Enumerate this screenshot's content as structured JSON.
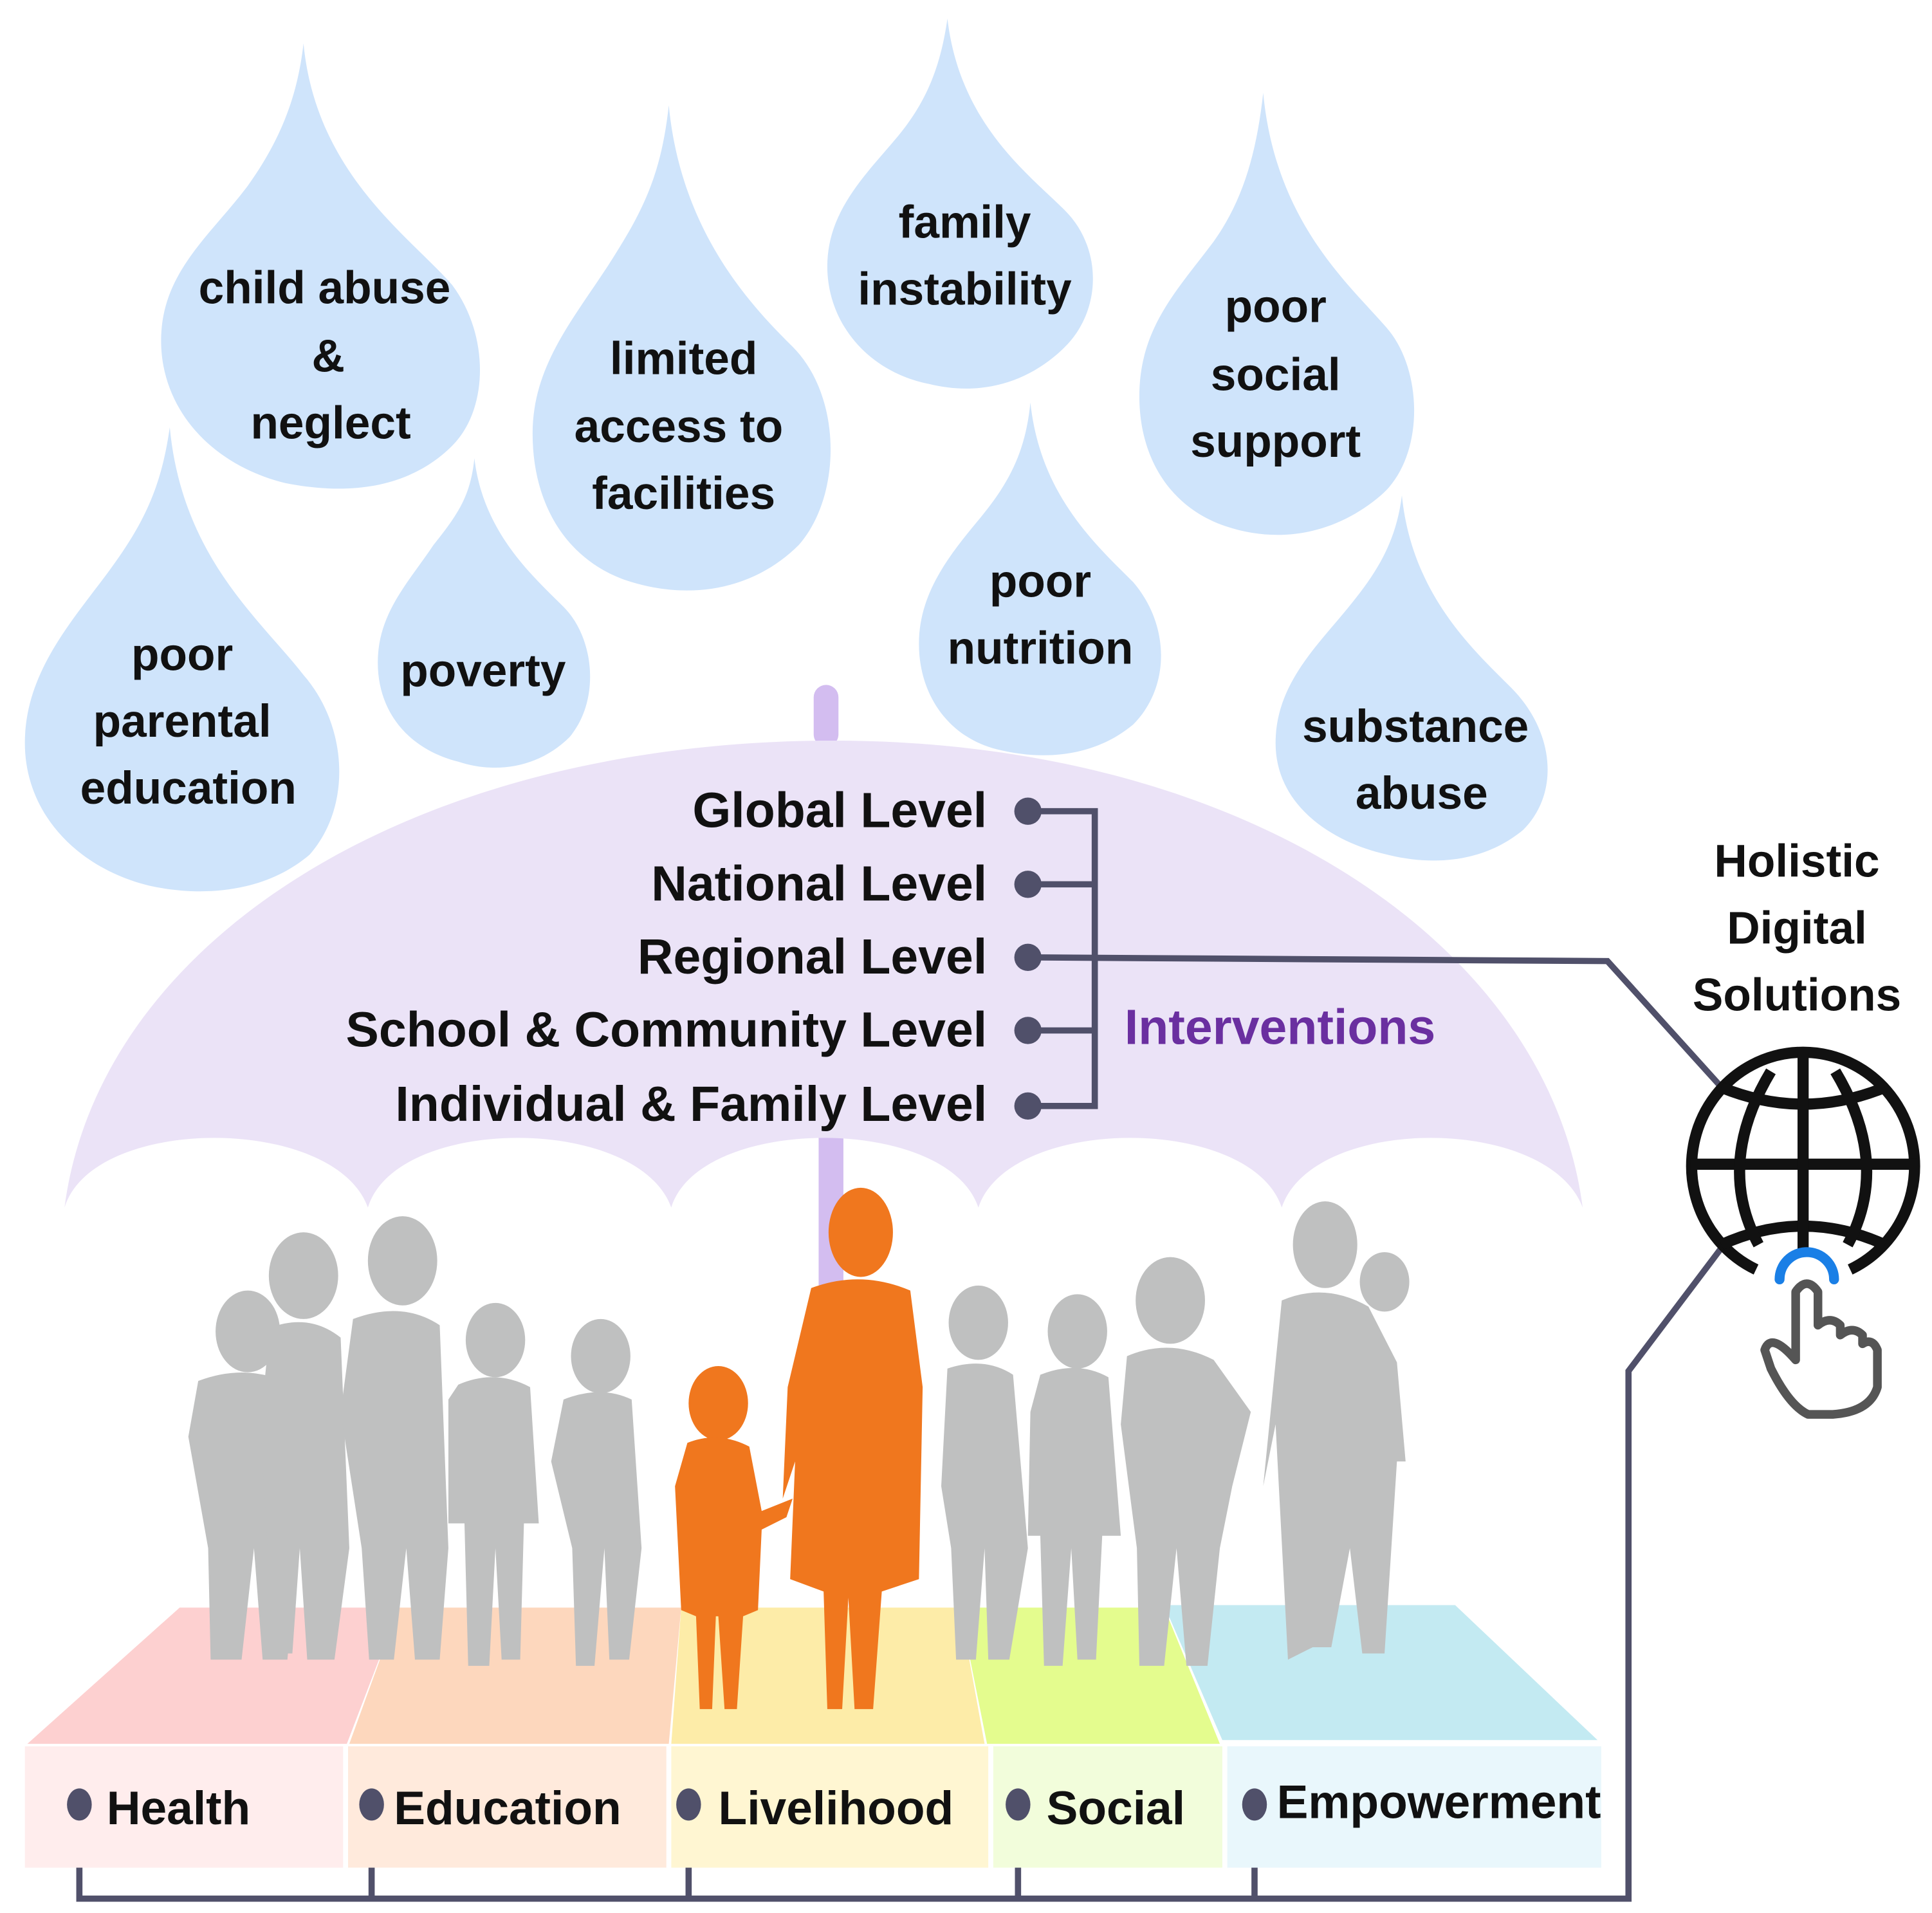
{
  "colors": {
    "drop": "#cfe4fb",
    "umbrella": "#ebe3f7",
    "umbrella_pole": "#d3bdf0",
    "connector": "#50506a",
    "interventions_text": "#6a2fa0",
    "people_gray": "#bfc0c0",
    "people_orange": "#f0771e",
    "globe_stroke": "#111111",
    "touch_arc": "#1a7fe6",
    "hand_stroke": "#555555"
  },
  "risk_factors": [
    {
      "id": "child-abuse",
      "lines": [
        "child abuse",
        "&",
        "neglect"
      ]
    },
    {
      "id": "limited-access",
      "lines": [
        "limited",
        "access to",
        "facilities"
      ]
    },
    {
      "id": "family-instability",
      "lines": [
        "family",
        "instability"
      ]
    },
    {
      "id": "poor-social-support",
      "lines": [
        "poor",
        "social",
        "support"
      ]
    },
    {
      "id": "poor-parental-education",
      "lines": [
        "poor",
        "parental",
        "education"
      ]
    },
    {
      "id": "poverty",
      "lines": [
        "poverty"
      ]
    },
    {
      "id": "poor-nutrition",
      "lines": [
        "poor",
        "nutrition"
      ]
    },
    {
      "id": "substance-abuse",
      "lines": [
        "substance",
        "abuse"
      ]
    }
  ],
  "umbrella": {
    "levels": [
      "Global Level",
      "National Level",
      "Regional Level",
      "School & Community Level",
      "Individual & Family Level"
    ],
    "interventions_label": "Interventions"
  },
  "holistic": {
    "lines": [
      "Holistic",
      "Digital",
      "Solutions"
    ],
    "icon": "globe-touch-icon"
  },
  "domains": [
    {
      "label": "Health",
      "color_top": "#fdd0d0",
      "color_front": "#ffeded"
    },
    {
      "label": "Education",
      "color_top": "#fdd7bd",
      "color_front": "#ffeadc"
    },
    {
      "label": "Livelihood",
      "color_top": "#fdeca8",
      "color_front": "#fff6d2"
    },
    {
      "label": "Social",
      "color_top": "#e4fc8e",
      "color_front": "#f2fddb"
    },
    {
      "label": "Empowerment",
      "color_top": "#c3eaf2",
      "color_front": "#e9f7fc"
    }
  ]
}
